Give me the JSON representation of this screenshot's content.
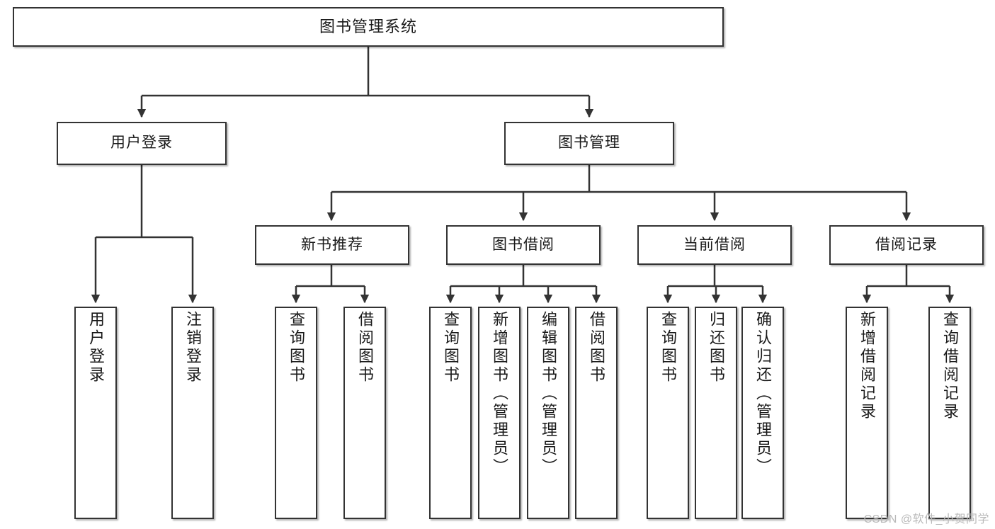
{
  "diagram": {
    "title": "图书管理系统",
    "type": "tree",
    "colors": {
      "box_border": "#333333",
      "box_fill": "#ffffff",
      "edge": "#333333",
      "text": "#1a1a1a",
      "watermark": "#b9b9b9",
      "background": "#ffffff"
    },
    "watermark": "CSDN @软件_小贺同学",
    "nodes": {
      "root": {
        "label": "图书管理系统"
      },
      "level2": [
        {
          "label": "用户登录"
        },
        {
          "label": "图书管理"
        }
      ],
      "level3": [
        {
          "label": "新书推荐"
        },
        {
          "label": "图书借阅"
        },
        {
          "label": "当前借阅"
        },
        {
          "label": "借阅记录"
        }
      ],
      "leaves": {
        "user_login": [
          {
            "label": "用户登录"
          },
          {
            "label": "注销登录"
          }
        ],
        "new_book_recommend": [
          {
            "label": "查询图书"
          },
          {
            "label": "借阅图书"
          }
        ],
        "book_borrow": [
          {
            "label": "查询图书"
          },
          {
            "label": "新增图书（管理员）"
          },
          {
            "label": "编辑图书（管理员）"
          },
          {
            "label": "借阅图书"
          }
        ],
        "current_borrow": [
          {
            "label": "查询图书"
          },
          {
            "label": "归还图书"
          },
          {
            "label": "确认归还（管理员）"
          }
        ],
        "borrow_record": [
          {
            "label": "新增借阅记录"
          },
          {
            "label": "查询借阅记录"
          }
        ]
      }
    }
  }
}
